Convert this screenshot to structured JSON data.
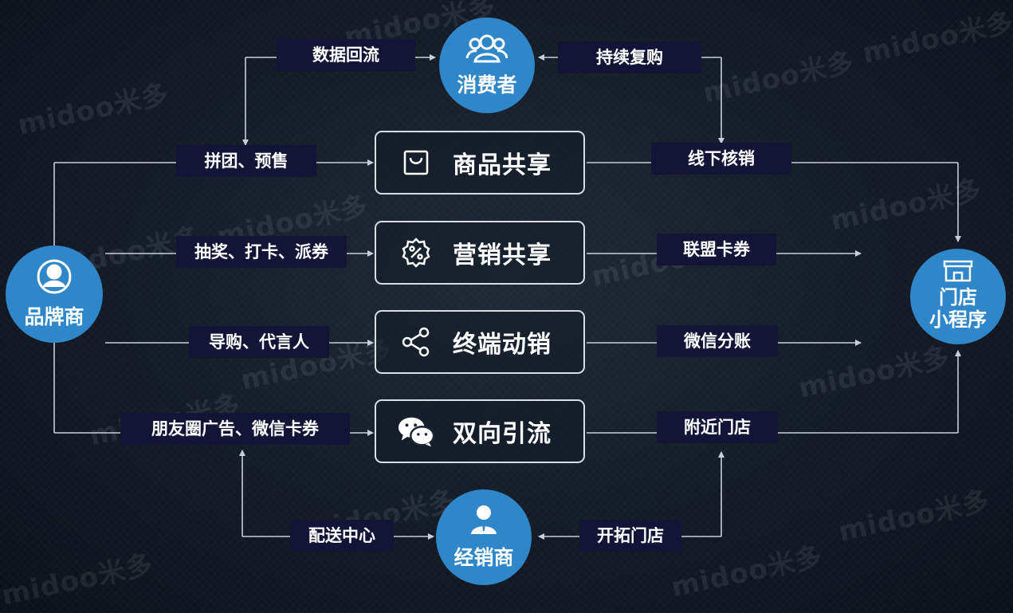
{
  "watermark": "midoo米多",
  "nodes": {
    "consumer": "消费者",
    "brand": "品牌商",
    "store_line1": "门店",
    "store_line2": "小程序",
    "distributor": "经销商"
  },
  "boxes": {
    "goods": "商品共享",
    "marketing": "营销共享",
    "terminal": "终端动销",
    "traffic": "双向引流"
  },
  "tags": {
    "data_return": "数据回流",
    "repurchase": "持续复购",
    "group_presale": "拼团、预售",
    "offline_verify": "线下核销",
    "lottery": "抽奖、打卡、派券",
    "alliance_coupon": "联盟卡券",
    "guide": "导购、代言人",
    "wechat_split": "微信分账",
    "moments_ads": "朋友圈广告、微信卡券",
    "nearby_store": "附近门店",
    "delivery": "配送中心",
    "expand_store": "开拓门店"
  },
  "icons": {
    "consumer": "users-icon",
    "brand": "brand-badge-icon",
    "store": "store-icon",
    "distributor": "person-icon",
    "goods": "shopping-bag-icon",
    "marketing": "discount-badge-icon",
    "terminal": "share-icon",
    "traffic": "wechat-icon"
  },
  "colors": {
    "background": "#141b26",
    "node": "#2f86c8",
    "tag": "#141436",
    "line": "#c9ced8"
  }
}
